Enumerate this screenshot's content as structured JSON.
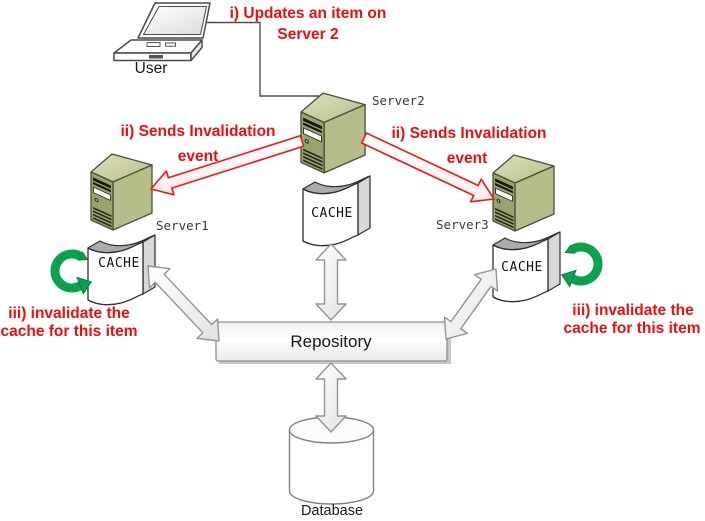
{
  "nodes": {
    "user": {
      "label": "User"
    },
    "server1": {
      "label": "Server1"
    },
    "server2": {
      "label": "Server2"
    },
    "server3": {
      "label": "Server3"
    },
    "cache_left": {
      "label": "CACHE"
    },
    "cache_middle": {
      "label": "CACHE"
    },
    "cache_right": {
      "label": "CACHE"
    },
    "repository": {
      "label": "Repository"
    },
    "database": {
      "label": "Database"
    }
  },
  "annotations": {
    "step1": {
      "line1": "i) Updates an item on",
      "line2": "Server 2"
    },
    "step2_left": {
      "line1": "ii) Sends Invalidation",
      "line2": "event"
    },
    "step2_right": {
      "line1": "ii) Sends Invalidation",
      "line2": "event"
    },
    "step3_left": {
      "line1": "iii) invalidate the",
      "line2": "cache for this item"
    },
    "step3_right": {
      "line1": "iii) invalidate the",
      "line2": "cache for this item"
    }
  },
  "colors": {
    "annotation_red": "#ec0e0e",
    "red_arrow_stroke": "#f51515",
    "green_arrow": "#0aa24c",
    "server_side_green": "#b7bd88",
    "server_front_green": "#9aa36c",
    "server_top_green": "#ccd1a3",
    "gray_arrow_stroke": "#949494",
    "label_black": "#161616"
  }
}
